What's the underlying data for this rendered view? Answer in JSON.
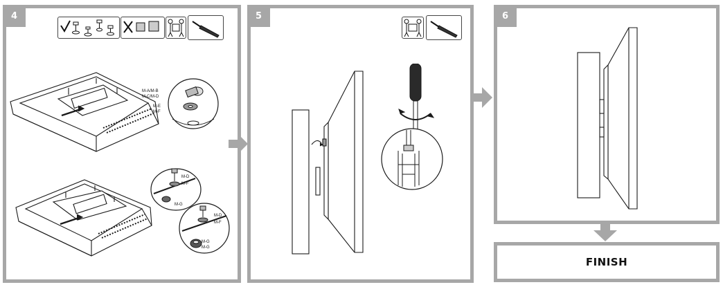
{
  "steps": [
    {
      "number": "4"
    },
    {
      "number": "5"
    },
    {
      "number": "6"
    }
  ],
  "step4": {
    "callout_top": [
      "M-A/M-B",
      "M-C/M-D",
      "M-E",
      "M-F"
    ],
    "callout_mid": [
      "M-D",
      "M-F",
      "M-G"
    ],
    "callout_bottom": [
      "M-D",
      "M-F",
      "M-G",
      "M-G"
    ]
  },
  "finish": {
    "label": "FINISH"
  },
  "colors": {
    "panel_border": "#a7a7a7",
    "line": "#1a1a1a",
    "arrow": "#a7a7a7"
  }
}
